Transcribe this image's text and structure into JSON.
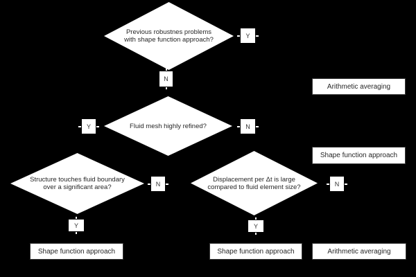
{
  "colors": {
    "background": "#000000",
    "node_fill": "#ffffff",
    "node_text": "#262626",
    "box_border": "#3a3a3a"
  },
  "flowchart": {
    "decisions": [
      {
        "id": "previous-robustness-problems",
        "lines": [
          "Previous robustnes problems",
          "with shape function approach?"
        ]
      },
      {
        "id": "fluid-mesh-refined",
        "lines": [
          "Fluid mesh highly refined?",
          ""
        ]
      },
      {
        "id": "structure-touches-boundary",
        "lines": [
          "Structure touches fluid boundary",
          "over a significant area?"
        ]
      },
      {
        "id": "displacement-per-dt",
        "lines": [
          "Displacement per Δt is large",
          "compared to fluid element size?"
        ]
      }
    ],
    "results": [
      {
        "id": "result-top-right",
        "label": "Arithmetic averaging"
      },
      {
        "id": "result-mid-right",
        "label": "Shape function approach"
      },
      {
        "id": "result-bottom-left",
        "label": "Shape function approach"
      },
      {
        "id": "result-bottom-mid",
        "label": "Shape function approach"
      },
      {
        "id": "result-bottom-right",
        "label": "Arithmetic averaging"
      }
    ],
    "branch_labels": [
      {
        "id": "d1-yes",
        "label": "Y"
      },
      {
        "id": "d1-no",
        "label": "N"
      },
      {
        "id": "d2-yes",
        "label": "Y"
      },
      {
        "id": "d2-no",
        "label": "N"
      },
      {
        "id": "d3-no",
        "label": "N"
      },
      {
        "id": "d4-no",
        "label": "N"
      },
      {
        "id": "d3-yes",
        "label": "Y"
      },
      {
        "id": "d4-yes",
        "label": "Y"
      }
    ]
  }
}
